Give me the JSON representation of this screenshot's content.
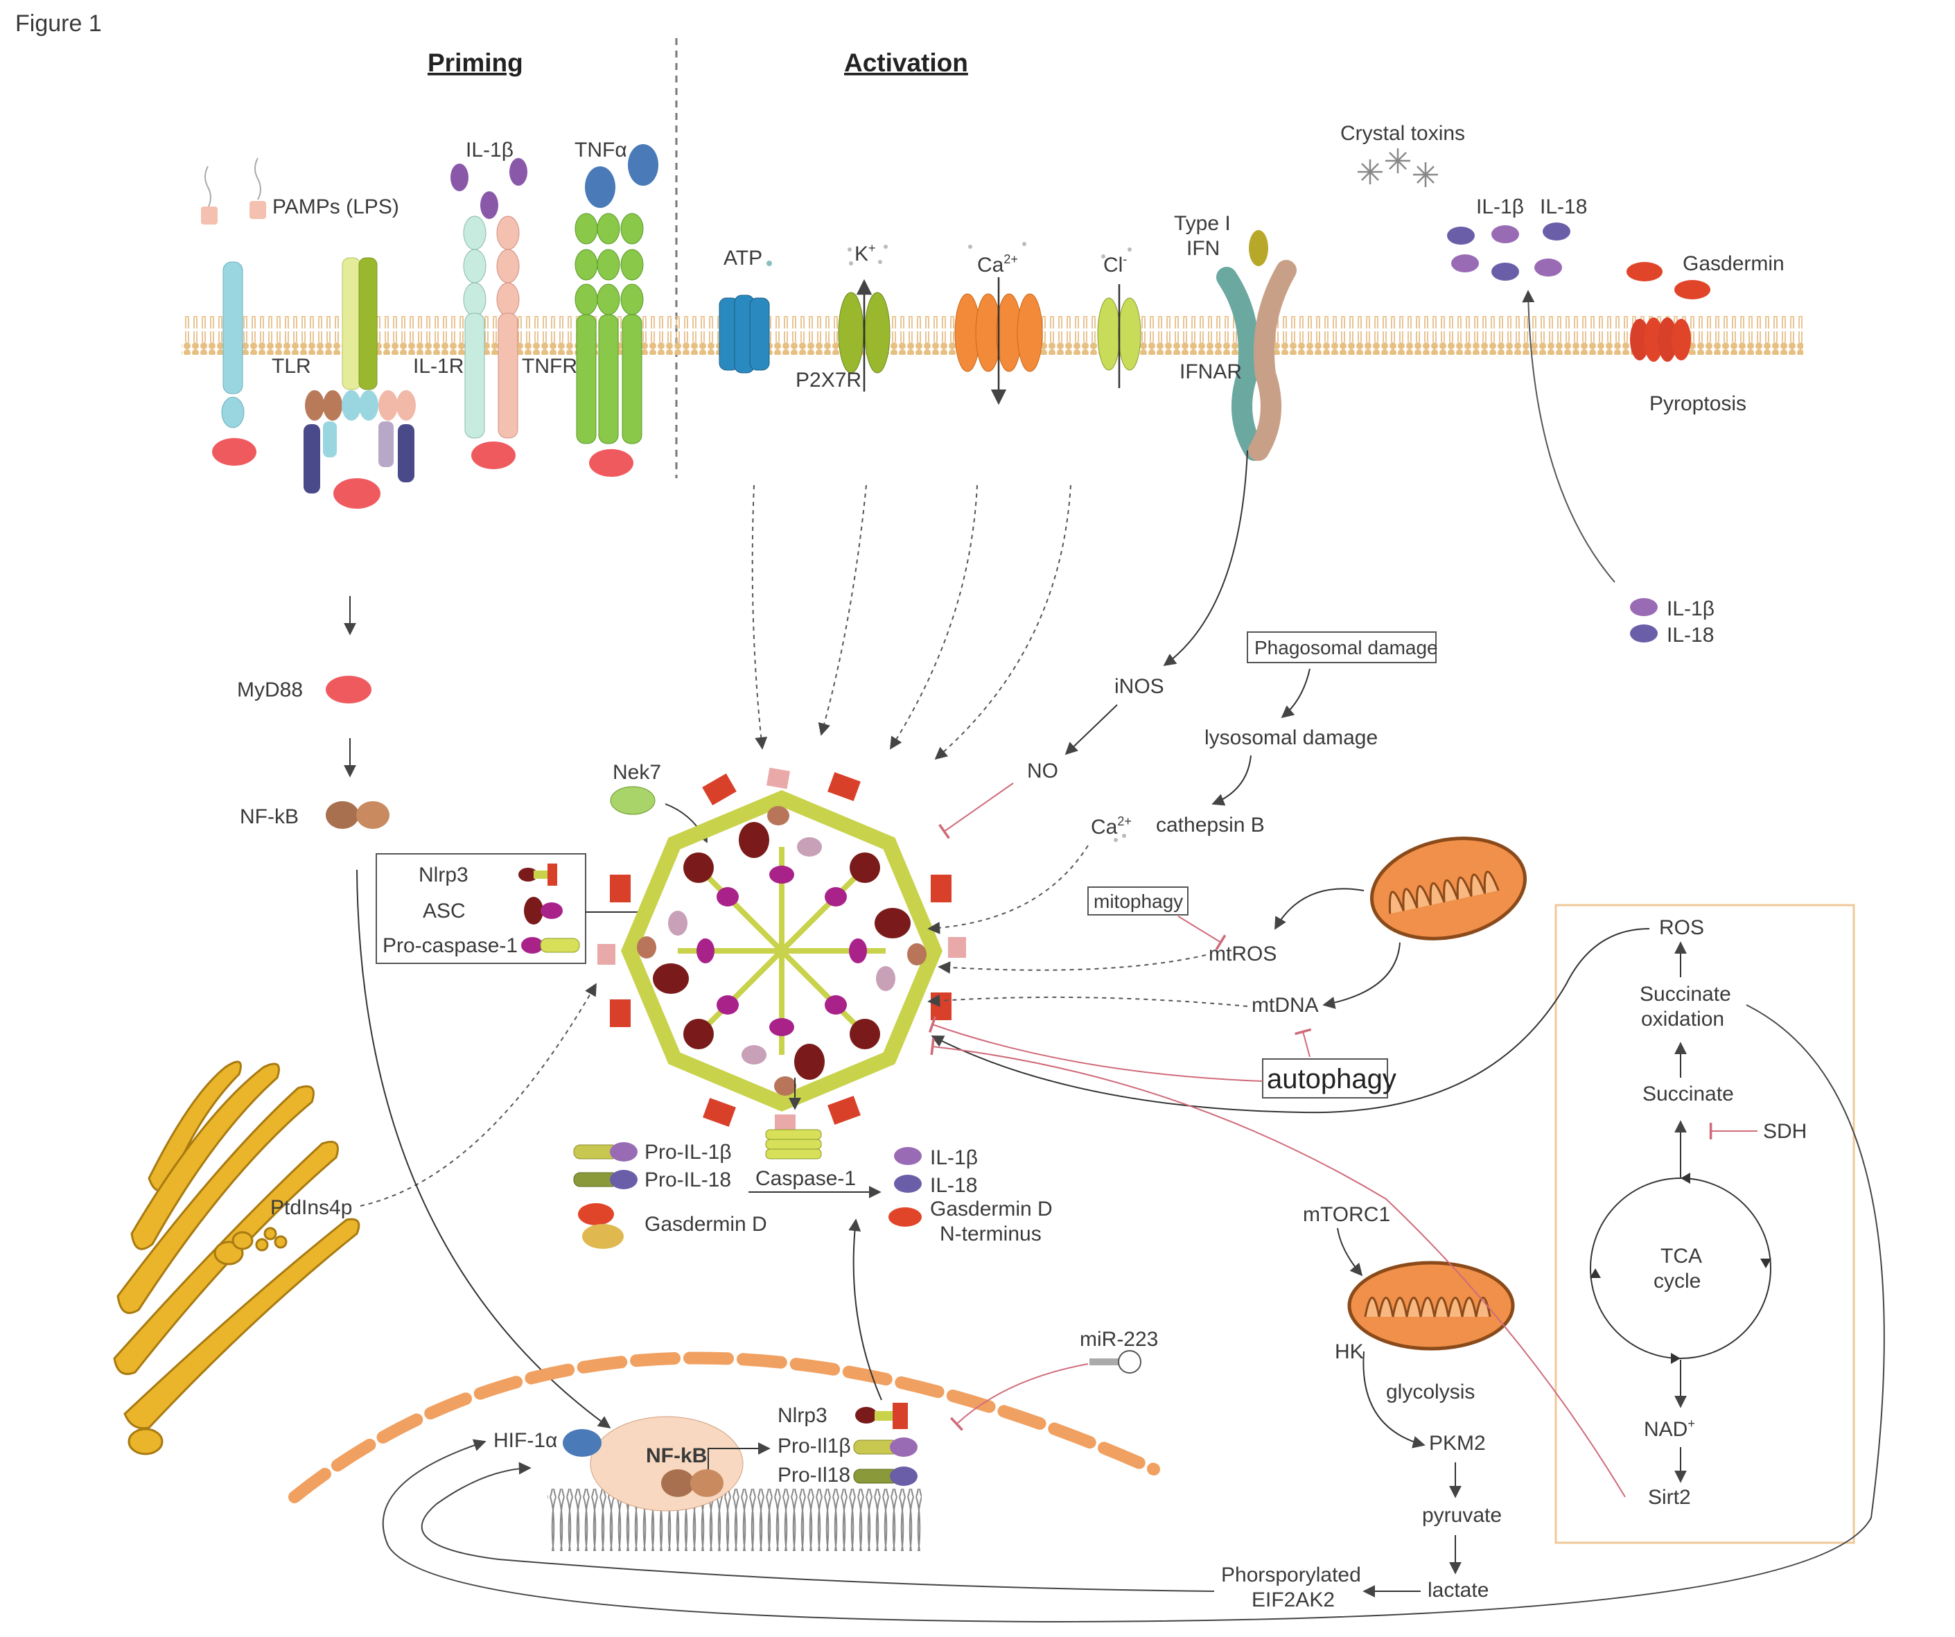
{
  "figure_label": "Figure 1",
  "sections": {
    "priming": "Priming",
    "activation": "Activation"
  },
  "membrane": {
    "pamps": "PAMPs (LPS)",
    "il1b_top": "IL-1β",
    "tnfa": "TNFα",
    "tlr": "TLR",
    "il1r": "IL-1R",
    "tnfr": "TNFR",
    "atp": "ATP",
    "k_ion": "K",
    "k_sup": "+",
    "p2x7r": "P2X7R",
    "ca_ion": "Ca",
    "ca_sup": "2+",
    "cl_ion": "Cl",
    "cl_sup": "-",
    "type1_ifn_line1": "Type I",
    "type1_ifn_line2": "IFN",
    "ifnar": "IFNAR",
    "crystal_toxins": "Crystal toxins",
    "il1b_out": "IL-1β",
    "il18_out": "IL-18",
    "gasdermin": "Gasdermin",
    "pyroptosis": "Pyroptosis"
  },
  "cytoplasm": {
    "myd88": "MyD88",
    "nfkb": "NF-kB",
    "box_nlrp3": "Nlrp3",
    "box_asc": "ASC",
    "box_procasp": "Pro-caspase-1",
    "nek7": "Nek7",
    "inos": "iNOS",
    "no": "NO",
    "phagosomal_damage": "Phagosomal damage",
    "lysosomal_damage": "lysosomal damage",
    "ca_cyto": "Ca",
    "ca_cyto_sup": "2+",
    "cathepsin_b": "cathepsin B",
    "mitophagy": "mitophagy",
    "mtros": "mtROS",
    "mtdna": "mtDNA",
    "autophagy": "autophagy",
    "il1b_right": "IL-1β",
    "il18_right": "IL-18",
    "pro_il1b": "Pro-IL-1β",
    "pro_il18": "Pro-IL-18",
    "caspase1": "Caspase-1",
    "il1b_product": "IL-1β",
    "il18_product": "IL-18",
    "gasdermin_d": "Gasdermin D",
    "gsdmd_nterm_line1": "Gasdermin D",
    "gsdmd_nterm_line2": "N-terminus",
    "ptdins4p": "PtdIns4p"
  },
  "nucleus": {
    "hif1a": "HIF-1α",
    "nfkb_nuc": "NF-kB",
    "nlrp3": "Nlrp3",
    "pro_il1b": "Pro-Il1β",
    "pro_il18": "Pro-Il18",
    "mir223": "miR-223"
  },
  "metabolism": {
    "mtorc1": "mTORC1",
    "hk": "HK",
    "glycolysis": "glycolysis",
    "pkm2": "PKM2",
    "pyruvate": "pyruvate",
    "lactate": "lactate",
    "eif2ak2_line1": "Phorsporylated",
    "eif2ak2_line2": "EIF2AK2",
    "ros": "ROS",
    "succ_ox_line1": "Succinate",
    "succ_ox_line2": "oxidation",
    "succinate": "Succinate",
    "sdh": "SDH",
    "tca_line1": "TCA",
    "tca_line2": "cycle",
    "nad": "NAD",
    "nad_sup": "+",
    "sirt2": "Sirt2"
  },
  "colors": {
    "membrane": "#e0b878",
    "myd88": "#ef5a5f",
    "nfkb": "#b07a55",
    "nlrp3": "#7a1a1a",
    "asc": "#a8228a",
    "caspase": "#c8d24a",
    "mito": "#f0904a",
    "golgi": "#eab52a",
    "il1b": "#9a6bb5",
    "il18": "#6a5ea8",
    "gasdermin": "#e0452a",
    "inhibit": "#d06a7a",
    "box_metab": "#f0c898"
  }
}
